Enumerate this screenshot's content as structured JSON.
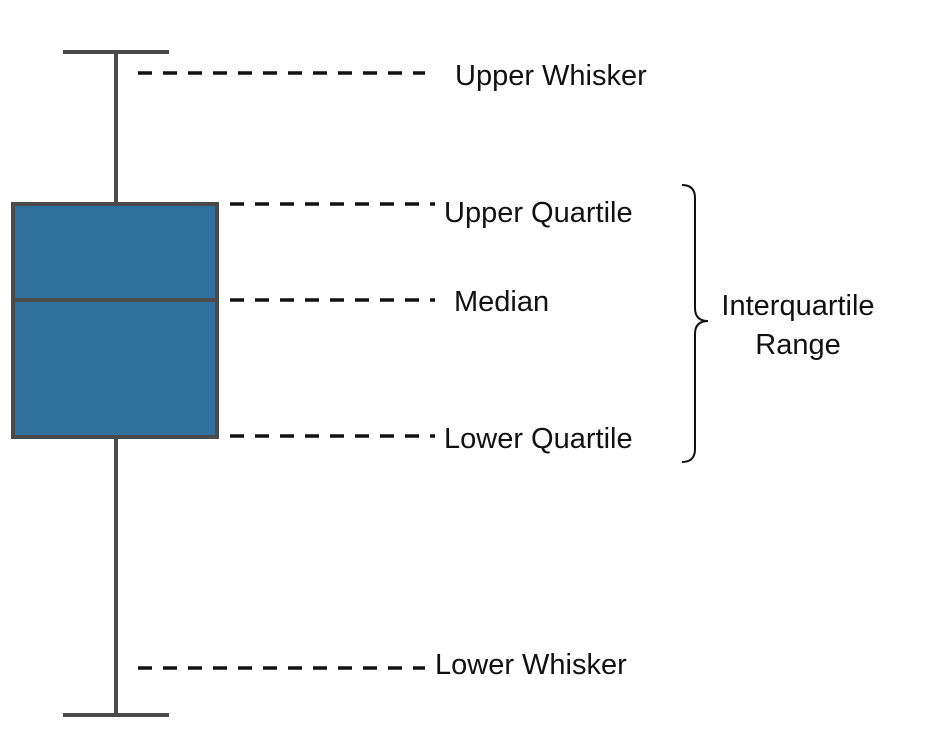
{
  "labels": {
    "upper_whisker": "Upper Whisker",
    "upper_quartile": "Upper Quartile",
    "median": "Median",
    "lower_quartile": "Lower Quartile",
    "lower_whisker": "Lower Whisker",
    "iqr_line1": "Interquartile",
    "iqr_line2": "Range"
  },
  "colors": {
    "box_fill": "#31719f",
    "line": "#4a4a4a",
    "text": "#111111"
  }
}
